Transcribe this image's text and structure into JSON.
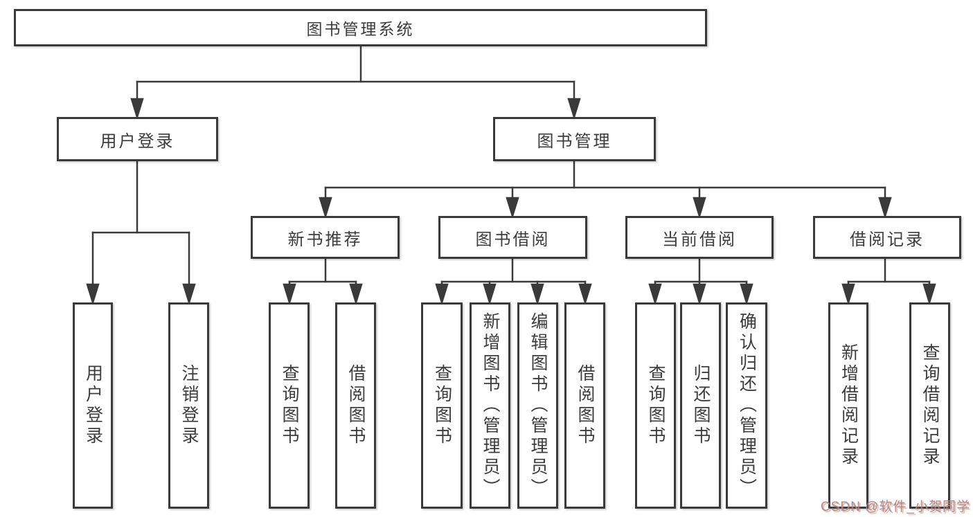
{
  "tree": {
    "root": {
      "label": "图书管理系统",
      "children": [
        {
          "label": "用户登录",
          "children": [
            {
              "label": "用户登录"
            },
            {
              "label": "注销登录"
            }
          ]
        },
        {
          "label": "图书管理",
          "children": [
            {
              "label": "新书推荐",
              "children": [
                {
                  "label": "查询图书"
                },
                {
                  "label": "借阅图书"
                }
              ]
            },
            {
              "label": "图书借阅",
              "children": [
                {
                  "label": "查询图书"
                },
                {
                  "label": "新增图书（管理员）"
                },
                {
                  "label": "编辑图书（管理员）"
                },
                {
                  "label": "借阅图书"
                }
              ]
            },
            {
              "label": "当前借阅",
              "children": [
                {
                  "label": "查询图书"
                },
                {
                  "label": "归还图书"
                },
                {
                  "label": "确认归还（管理员）"
                }
              ]
            },
            {
              "label": "借阅记录",
              "children": [
                {
                  "label": "新增借阅记录"
                },
                {
                  "label": "查询借阅记录"
                }
              ]
            }
          ]
        }
      ]
    }
  },
  "watermark": {
    "text": "CSDN @软件_小贺同学"
  },
  "colors": {
    "line": "#3a3a3a",
    "text": "#3c3c3c",
    "background": "#ffffff",
    "watermark_gray": "#94959c",
    "watermark_red": "#fc5531"
  }
}
